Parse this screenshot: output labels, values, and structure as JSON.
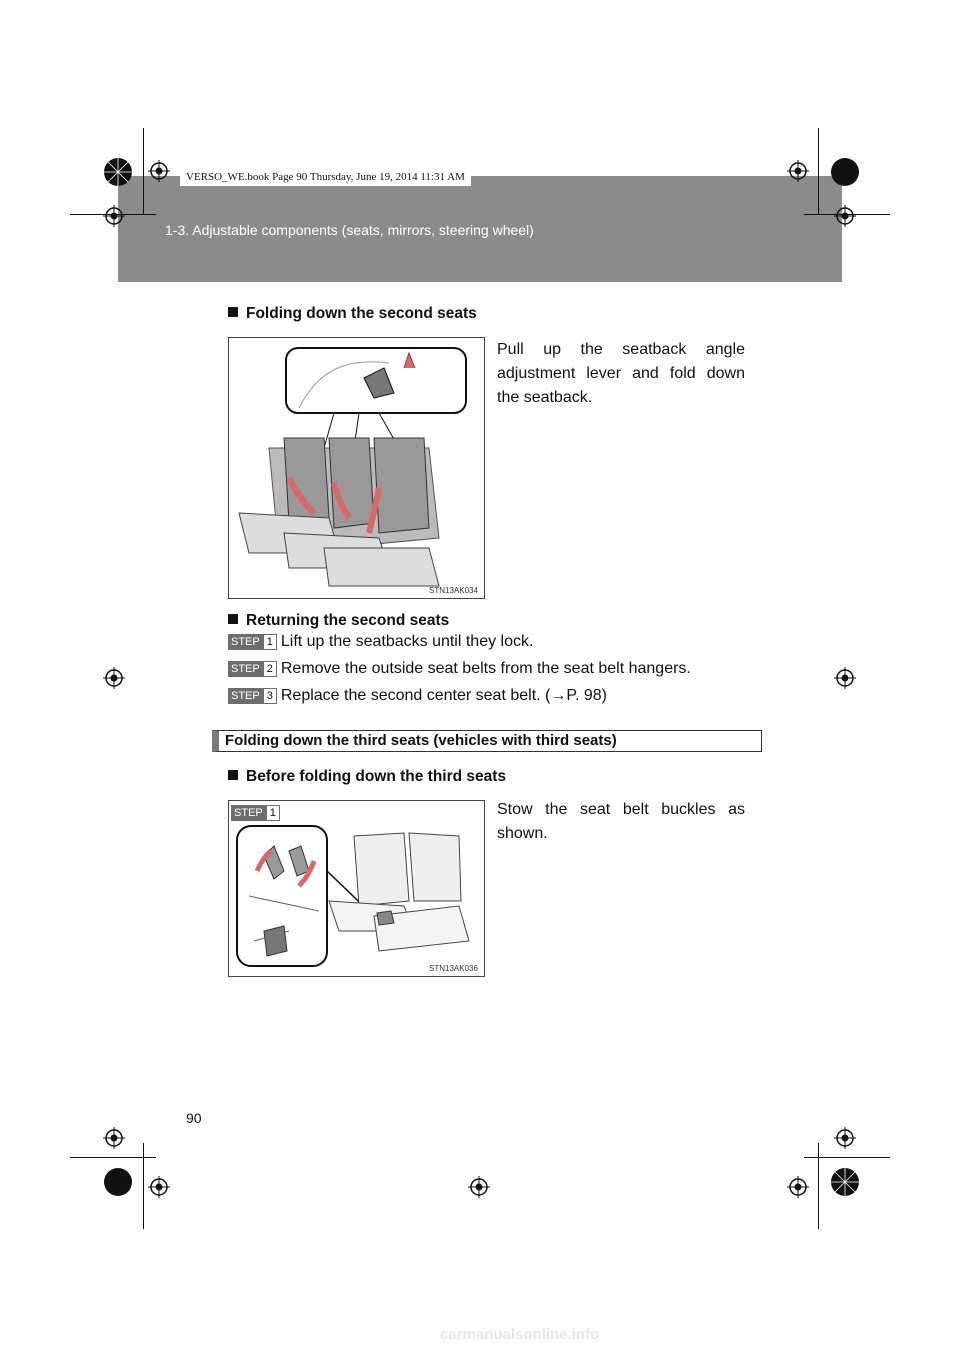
{
  "header": {
    "section": "1-3. Adjustable components (seats, mirrors, steering wheel)",
    "book_stamp": "VERSO_WE.book  Page 90  Thursday, June 19, 2014  11:31 AM"
  },
  "folding_second": {
    "heading": "Folding down the second seats",
    "text": "Pull up the seatback angle adjustment lever and fold down the seatback.",
    "figure_code": "STN13AK034"
  },
  "returning_second": {
    "heading": "Returning the second seats",
    "steps": [
      {
        "label": "STEP",
        "number": "1",
        "text": "Lift up the seatbacks until they lock."
      },
      {
        "label": "STEP",
        "number": "2",
        "text": "Remove the outside seat belts from the seat belt hangers."
      },
      {
        "label": "STEP",
        "number": "3",
        "text": "Replace the second center seat belt. (→P. 98)"
      }
    ]
  },
  "third_section": {
    "title": "Folding down the third seats (vehicles with third seats)"
  },
  "before_folding": {
    "heading": "Before folding down the third seats",
    "step_label": "STEP",
    "step_number": "1",
    "text": "Stow the seat belt buckles as shown.",
    "figure_code": "STN13AK036"
  },
  "page_number": "90",
  "watermark": "carmanualsonline.info",
  "colors": {
    "header_band": "#8b8b8b",
    "step_badge": "#6d6d6d",
    "section_bar": "#7a7a7a"
  }
}
